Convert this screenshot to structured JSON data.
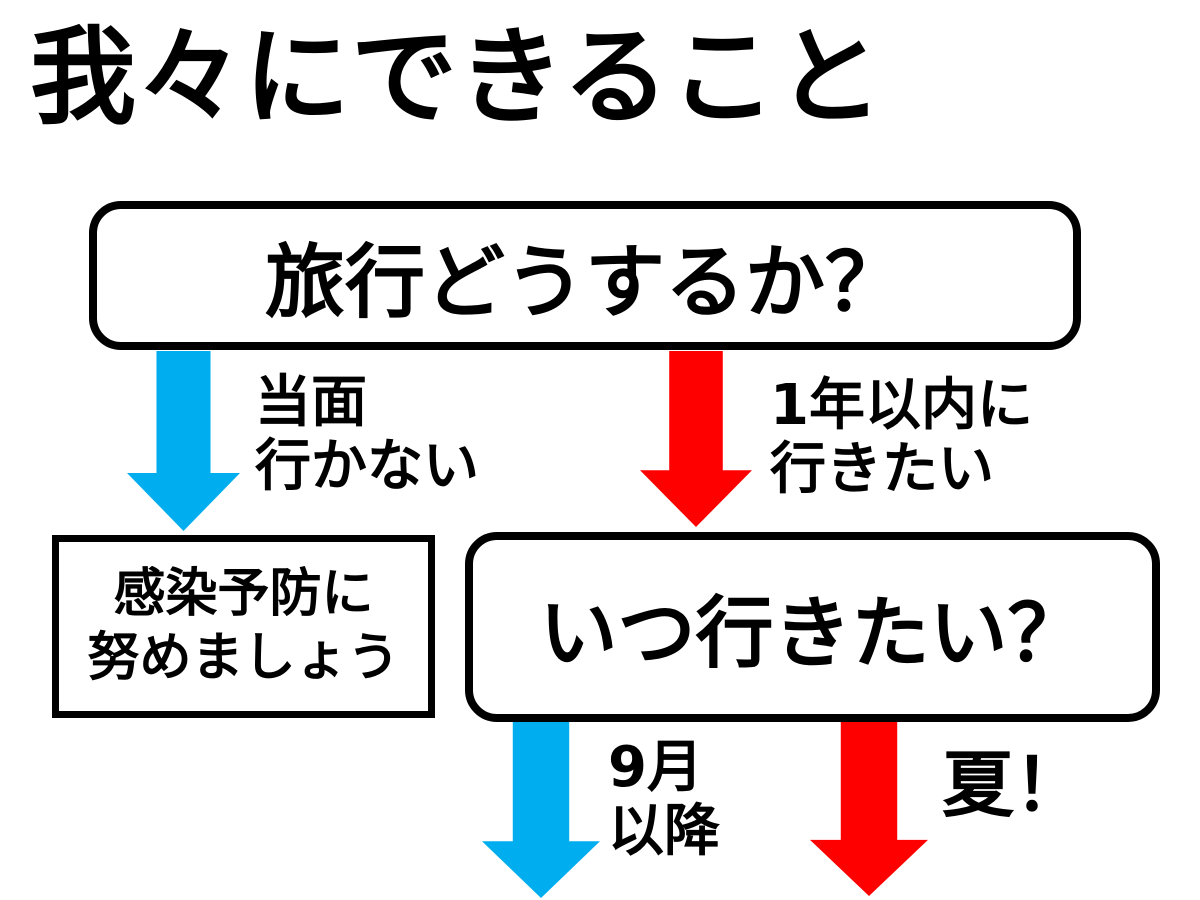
{
  "title": "我々にできること",
  "colors": {
    "blue": "#00AEEF",
    "red": "#FF0000",
    "outline": "#000000",
    "background": "#FFFFFF"
  },
  "nodes": {
    "travel_question": {
      "text": "旅行どうするか？"
    },
    "infection_prevention": {
      "line1": "感染予防に",
      "line2": "努めましょう"
    },
    "when_question": {
      "text": "いつ行きたい？"
    }
  },
  "branches": {
    "not_going": {
      "line1": "当面",
      "line2": "行かない",
      "arrow_color": "blue"
    },
    "within_year": {
      "line1": "1年以内に",
      "line2": "行きたい",
      "arrow_color": "red"
    },
    "september_later": {
      "line1": "9月",
      "line2": "以降",
      "arrow_color": "blue"
    },
    "summer": {
      "label": "夏！",
      "arrow_color": "red"
    }
  }
}
